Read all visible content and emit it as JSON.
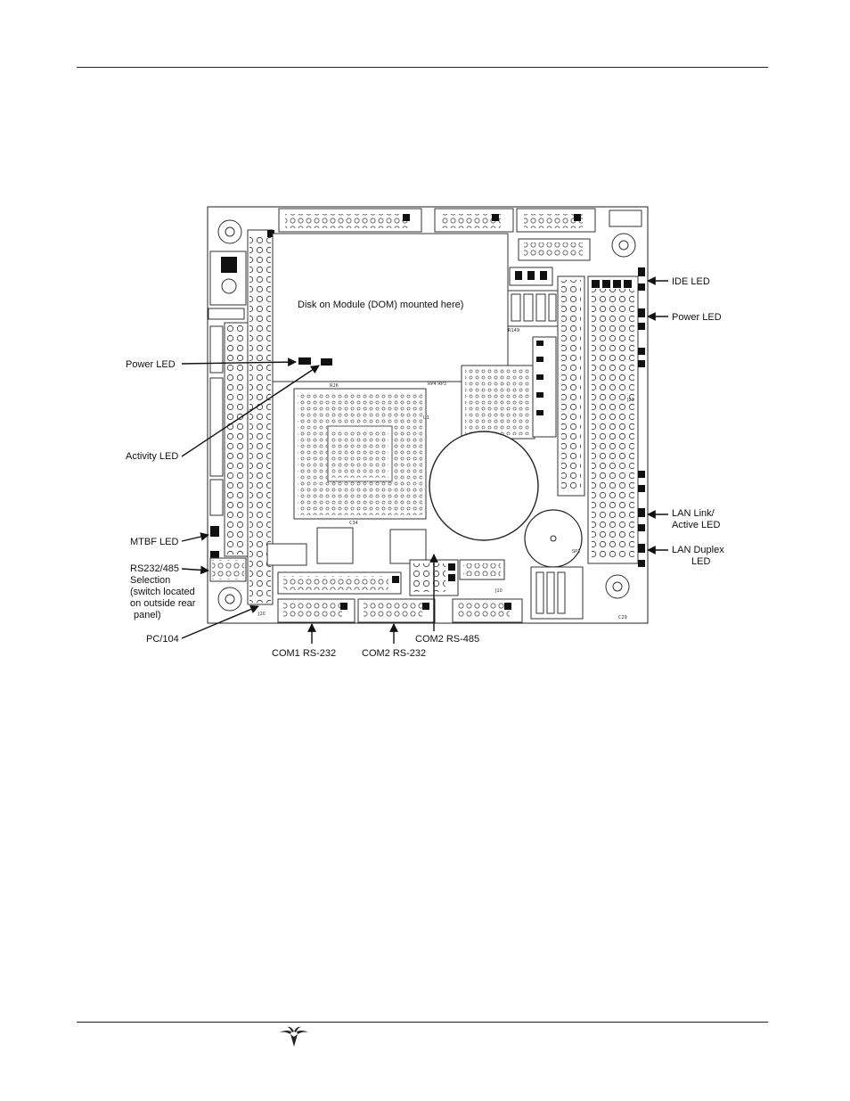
{
  "labels": {
    "dom": "Disk on Module (DOM) mounted here)",
    "power_led_left": "Power LED",
    "activity_led": "Activity LED",
    "mtbf_led": "MTBF LED",
    "rs_line1": "RS232/485",
    "rs_line2": "Selection",
    "rs_line3": "(switch located",
    "rs_line4": "on outside rear",
    "rs_line5": "panel)",
    "pc104": "PC/104",
    "com1": "COM1 RS-232",
    "com2_232": "COM2 RS-232",
    "com2_485": "COM2 RS-485",
    "ide_led": "IDE LED",
    "power_led_right": "Power LED",
    "lan_link_1": "LAN Link/",
    "lan_link_2": "Active LED",
    "lan_duplex_1": "LAN Duplex",
    "lan_duplex_2": "LED"
  },
  "silk": {
    "u1": "U1",
    "j23": "J23",
    "j10": "J10",
    "c29": "C29",
    "c34": "C34",
    "r26": "R26",
    "rp4": "RP4  RP3",
    "r149": "R149",
    "j20": "J20",
    "sp1": "SP1"
  },
  "colors": {
    "ink": "#111111",
    "board": "#ffffff"
  }
}
